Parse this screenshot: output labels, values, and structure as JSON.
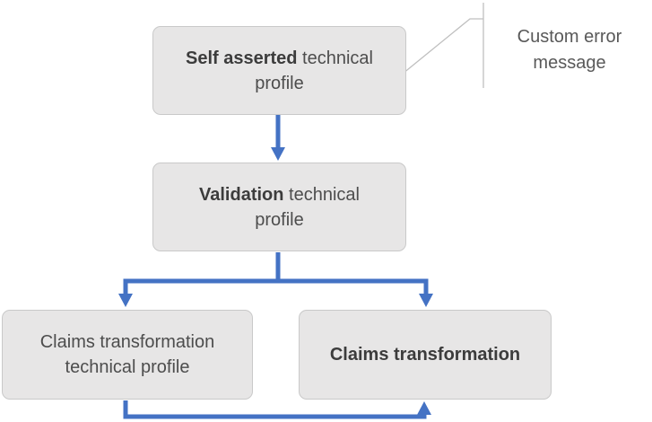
{
  "diagram": {
    "nodes": {
      "self_asserted": {
        "bold": "Self asserted",
        "rest": " technical profile"
      },
      "validation": {
        "bold": "Validation",
        "rest": " technical profile"
      },
      "claims_transformation_tp": {
        "bold": "",
        "rest": "Claims transformation technical profile"
      },
      "claims_transformation": {
        "bold": "Claims transformation",
        "rest": ""
      }
    },
    "callout": {
      "label": "Custom error message"
    },
    "colors": {
      "arrow": "#4472c4",
      "node_fill": "#e7e6e6",
      "node_border": "#c9c9c9",
      "node_text": "#4d4d4d",
      "node_text_bold": "#3c3c3c",
      "callout_text": "#595959",
      "callout_line": "#bfbfbf",
      "canvas_bg": "#ffffff"
    }
  }
}
